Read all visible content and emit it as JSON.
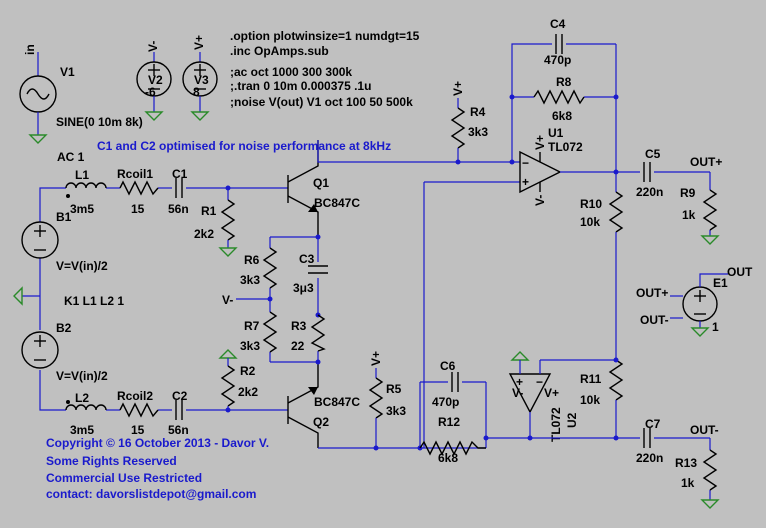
{
  "directives": [
    ".option plotwinsize=1 numdgt=15",
    ".inc OpAmps.sub",
    ";ac oct 1000 300 300k",
    ";.tran 0 10m 0.000375 .1u",
    ";noise V(out) V1 oct 100 50 500k"
  ],
  "note": "C1 and C2 optimised for noise performance at 8kHz",
  "copyright": [
    "Copyright ©  16 October 2013 - Davor V.",
    "Some Rights Reserved",
    "Commercial Use Restricted",
    "contact: davorslistdepot@gmail.com"
  ],
  "sources": {
    "v1": {
      "name": "V1",
      "net": "in",
      "value": "SINE(0 10m 8k)",
      "ac": "AC 1"
    },
    "v2": {
      "name": "V2",
      "net": "V-",
      "value": "-6"
    },
    "v3": {
      "name": "V3",
      "net": "V+",
      "value": "8"
    },
    "b1": {
      "name": "B1",
      "value": "V=V(in)/2"
    },
    "b2": {
      "name": "B2",
      "value": "V=V(in)/2"
    },
    "e1": {
      "name": "E1",
      "plus_in": "OUT+",
      "minus_in": "OUT-",
      "out": "OUT",
      "gain": "1"
    }
  },
  "coupling": "K1 L1 L2 1",
  "parts": {
    "l1": {
      "name": "L1",
      "value": "3m5"
    },
    "l2": {
      "name": "L2",
      "value": "3m5"
    },
    "rcoil1": {
      "name": "Rcoil1",
      "value": "15"
    },
    "rcoil2": {
      "name": "Rcoil2",
      "value": "15"
    },
    "c1": {
      "name": "C1",
      "value": "56n"
    },
    "c2": {
      "name": "C2",
      "value": "56n"
    },
    "r1": {
      "name": "R1",
      "value": "2k2"
    },
    "r2": {
      "name": "R2",
      "value": "2k2"
    },
    "r3": {
      "name": "R3",
      "value": "22"
    },
    "r4": {
      "name": "R4",
      "value": "3k3"
    },
    "r5": {
      "name": "R5",
      "value": "3k3"
    },
    "r6": {
      "name": "R6",
      "value": "3k3"
    },
    "r7": {
      "name": "R7",
      "value": "3k3"
    },
    "r8": {
      "name": "R8",
      "value": "6k8"
    },
    "r9": {
      "name": "R9",
      "value": "1k"
    },
    "r10": {
      "name": "R10",
      "value": "10k"
    },
    "r11": {
      "name": "R11",
      "value": "10k"
    },
    "r12": {
      "name": "R12",
      "value": "6k8"
    },
    "r13": {
      "name": "R13",
      "value": "1k"
    },
    "c3": {
      "name": "C3",
      "value": "3μ3"
    },
    "c4": {
      "name": "C4",
      "value": "470p"
    },
    "c5": {
      "name": "C5",
      "value": "220n"
    },
    "c6": {
      "name": "C6",
      "value": "470p"
    },
    "c7": {
      "name": "C7",
      "value": "220n"
    },
    "q1": {
      "name": "Q1",
      "value": "BC847C"
    },
    "q2": {
      "name": "Q2",
      "value": "BC847C"
    },
    "u1": {
      "name": "U1",
      "value": "TL072"
    },
    "u2": {
      "name": "U2",
      "value": "TL072"
    }
  },
  "nets": {
    "vplus": "V+",
    "vminus": "V-",
    "outp": "OUT+",
    "outm": "OUT-"
  },
  "colors": {
    "background": "#c0c0c0",
    "wire": "#1a1acc",
    "component": "#000000",
    "ground": "#2a8a2a"
  }
}
